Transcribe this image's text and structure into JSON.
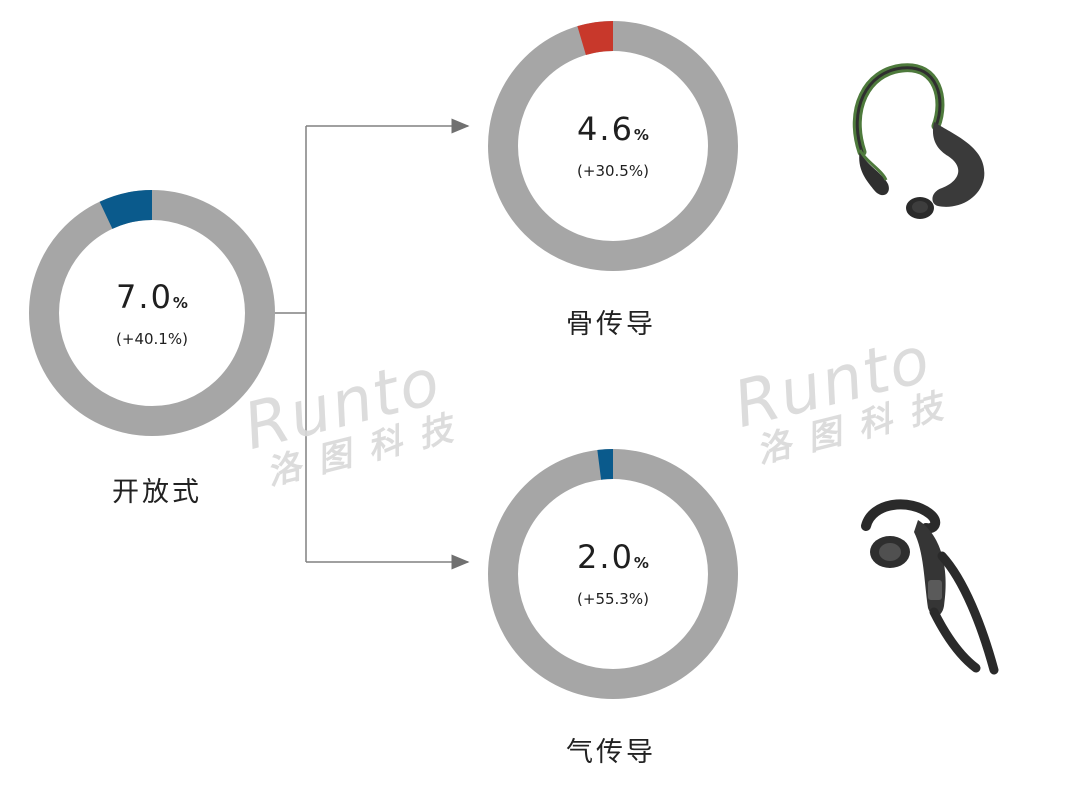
{
  "chart_data": {
    "type": "pie",
    "segments": [
      {
        "label": "开放式",
        "value": "7.0",
        "unit": "%",
        "growth": "(+40.1%)",
        "share": 0.07,
        "color": "#0a5a8c",
        "track": "#a6a6a6"
      },
      {
        "label": "骨传导",
        "value": "4.6",
        "unit": "%",
        "growth": "(+30.5%)",
        "share": 0.046,
        "color": "#c8382b",
        "track": "#a6a6a6"
      },
      {
        "label": "气传导",
        "value": "2.0",
        "unit": "%",
        "growth": "(+55.3%)",
        "share": 0.02,
        "color": "#0a5a8c",
        "track": "#a6a6a6"
      }
    ]
  },
  "watermark": {
    "en": "Runto",
    "cn": "洛图科技"
  },
  "icons": {
    "bone": "bone-conduction-headphones-icon",
    "air": "air-conduction-headphones-icon"
  }
}
